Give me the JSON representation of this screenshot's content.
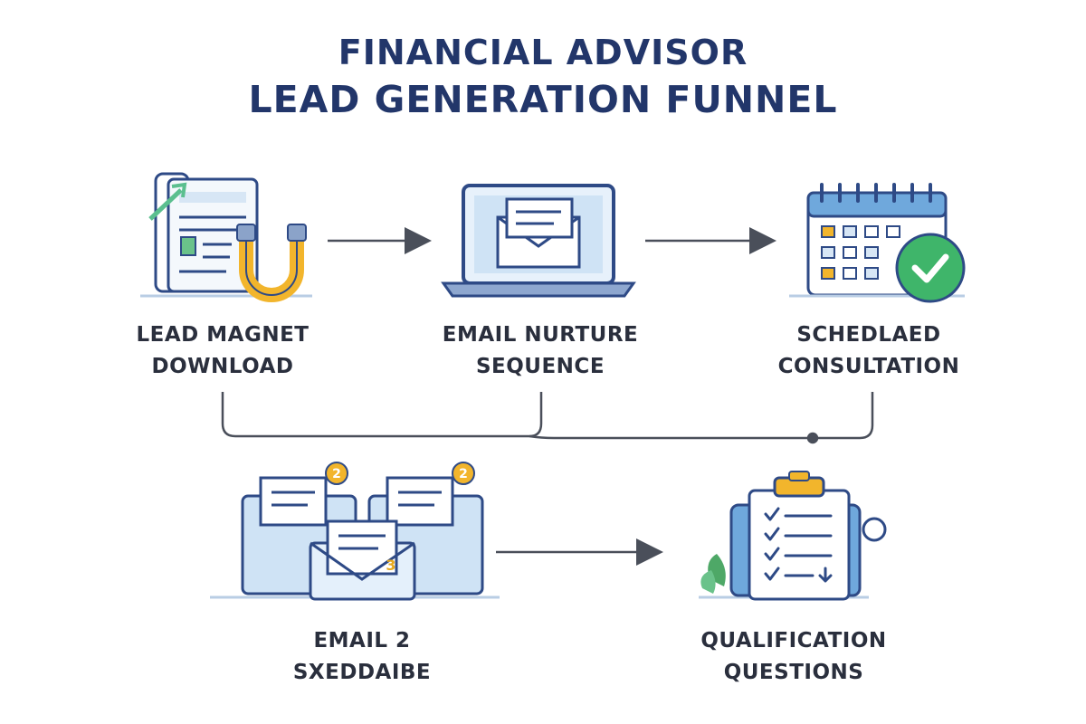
{
  "title": {
    "line1": "FINANCIAL ADVISOR",
    "line2": "LEAD GENERATION FUNNEL"
  },
  "steps": [
    {
      "line1": "LEAD MAGNET",
      "line2": "DOWNLOAD"
    },
    {
      "line1": "EMAIL NURTURE",
      "line2": "SEQUENCE"
    },
    {
      "line1": "SCHEDLAED",
      "line2": "CONSULTATION"
    },
    {
      "line1": "EMAIL 2",
      "line2": "SXEDDAIBE"
    },
    {
      "line1": "QUALIFICATION",
      "line2": "QUESTIONS"
    }
  ],
  "badges": {
    "email_left": "2",
    "email_right": "2",
    "email_front": "3"
  },
  "icons": {
    "step1": "document-magnet-icon",
    "step2": "laptop-email-icon",
    "step3": "calendar-check-icon",
    "step4": "stacked-envelopes-icon",
    "step5": "clipboard-checklist-icon"
  },
  "colors": {
    "title": "#22366a",
    "blue_fill": "#cfe3f5",
    "blue_stroke": "#2e4a86",
    "accent_yellow": "#f2b52c",
    "check_green": "#3fb56a",
    "connector": "#4a4f5a"
  }
}
